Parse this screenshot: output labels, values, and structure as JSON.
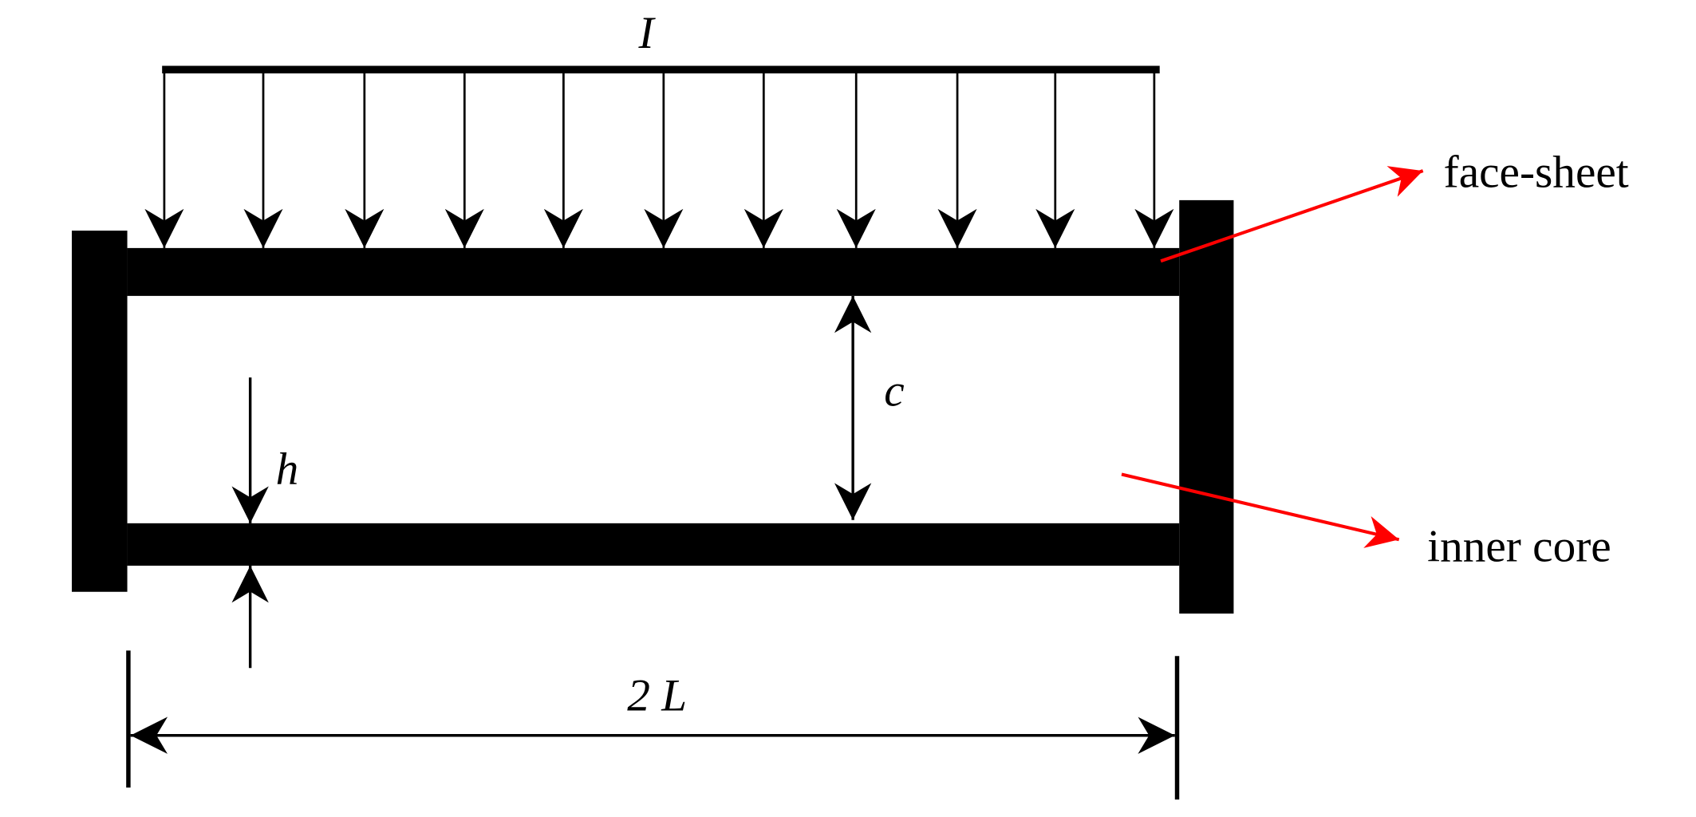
{
  "labels": {
    "load": "I",
    "face_sheet": "face-sheet",
    "inner_core": "inner core",
    "core_height": "c",
    "sheet_thickness": "h",
    "span": "2 L"
  },
  "colors": {
    "structure": "#000000",
    "pointer": "#ff0000",
    "background": "#ffffff"
  }
}
